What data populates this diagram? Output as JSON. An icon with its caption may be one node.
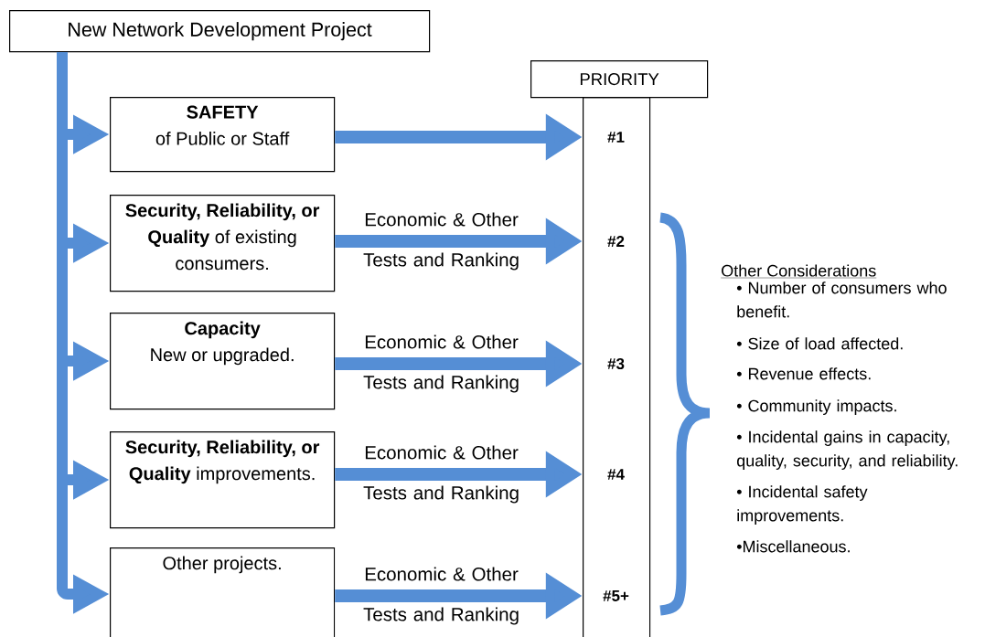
{
  "diagram": {
    "nodes": [
      {
        "text": [
          "New Network Development Project"
        ]
      },
      {
        "text": [
          "SAFETY",
          "of Public or Staff"
        ]
      },
      {
        "text": [
          "**Security, Reliability, or Quality** of existing consumers."
        ]
      },
      {
        "text": [
          "Capacity",
          "New or upgraded."
        ]
      },
      {
        "text": [
          "**Security, Reliability, or Quality** improvements."
        ]
      },
      {
        "text": [
          "Other projects."
        ]
      },
      {
        "text": [
          "PRIORITY"
        ]
      },
      {
        "text": [],
        "shape": "box"
      },
      {
        "text": [
          "#1"
        ],
        "in": 7
      },
      {
        "text": [
          "#2"
        ],
        "in": 7
      },
      {
        "text": [
          "#3"
        ],
        "in": 7
      },
      {
        "text": [
          "#4"
        ],
        "in": 7
      },
      {
        "text": [
          "#5+"
        ],
        "in": 7
      }
    ],
    "edges": [
      {
        "from": 0,
        "to": 1,
        "arrow": "to"
      },
      {
        "from": 0,
        "to": 2,
        "arrow": "to"
      },
      {
        "from": 0,
        "to": 3,
        "arrow": "to"
      },
      {
        "from": 0,
        "to": 4,
        "arrow": "to"
      },
      {
        "from": 0,
        "to": 5,
        "arrow": "to"
      },
      {
        "from": 1,
        "to": 8,
        "arrow": "to"
      },
      {
        "from": 2,
        "to": 9,
        "arrow": "to",
        "label": "Economic & Other Tests and Ranking"
      },
      {
        "from": 3,
        "to": 10,
        "arrow": "to",
        "label": "Economic & Other Tests and Ranking"
      },
      {
        "from": 4,
        "to": 11,
        "arrow": "to",
        "label": "Economic & Other Tests and Ranking"
      },
      {
        "from": 5,
        "to": 12,
        "arrow": "to",
        "label": "Economic & Other Tests and Ranking"
      }
    ],
    "labels": [
      "Other Considerations",
      "• Number of consumers who benefit.",
      "• Size of load affected.",
      "• Revenue effects.",
      "• Community impacts.",
      "• Incidental gains in capacity, quality, security, and reliability.",
      "• Incidental safety improvements.",
      "•Miscellaneous."
    ]
  }
}
